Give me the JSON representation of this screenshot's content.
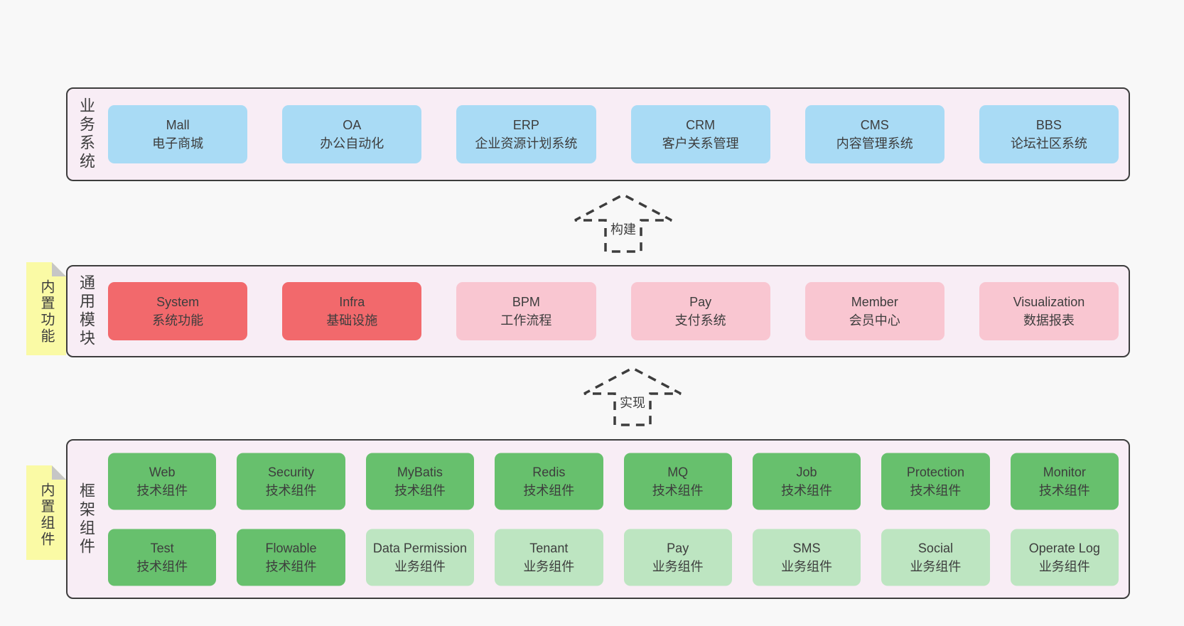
{
  "colors": {
    "page_bg": "#f8f8f8",
    "section_bg": "#f8edf5",
    "border": "#3d3d3d",
    "blue": "#a9dbf5",
    "red": "#f2696c",
    "pink": "#f9c6d1",
    "green": "#67c06d",
    "light_green": "#bde5c1",
    "tab_yellow": "#fafaa5",
    "fold_gray": "#c6c6c6",
    "text": "#3d3d3d"
  },
  "arrows": [
    {
      "label": "构建"
    },
    {
      "label": "实现"
    }
  ],
  "sections": {
    "business": {
      "label": "业务系统",
      "boxes": [
        {
          "name": "Mall",
          "desc": "电子商城"
        },
        {
          "name": "OA",
          "desc": "办公自动化"
        },
        {
          "name": "ERP",
          "desc": "企业资源计划系统"
        },
        {
          "name": "CRM",
          "desc": "客户关系管理"
        },
        {
          "name": "CMS",
          "desc": "内容管理系统"
        },
        {
          "name": "BBS",
          "desc": "论坛社区系统"
        }
      ]
    },
    "modules": {
      "label": "通用模块",
      "tab": "内置功能",
      "boxes": [
        {
          "name": "System",
          "desc": "系统功能"
        },
        {
          "name": "Infra",
          "desc": "基础设施"
        },
        {
          "name": "BPM",
          "desc": "工作流程"
        },
        {
          "name": "Pay",
          "desc": "支付系统"
        },
        {
          "name": "Member",
          "desc": "会员中心"
        },
        {
          "name": "Visualization",
          "desc": "数据报表"
        }
      ]
    },
    "components": {
      "label": "框架组件",
      "tab": "内置组件",
      "row1": [
        {
          "name": "Web",
          "desc": "技术组件"
        },
        {
          "name": "Security",
          "desc": "技术组件"
        },
        {
          "name": "MyBatis",
          "desc": "技术组件"
        },
        {
          "name": "Redis",
          "desc": "技术组件"
        },
        {
          "name": "MQ",
          "desc": "技术组件"
        },
        {
          "name": "Job",
          "desc": "技术组件"
        },
        {
          "name": "Protection",
          "desc": "技术组件"
        },
        {
          "name": "Monitor",
          "desc": "技术组件"
        }
      ],
      "row2": [
        {
          "name": "Test",
          "desc": "技术组件"
        },
        {
          "name": "Flowable",
          "desc": "技术组件"
        },
        {
          "name": "Data Permission",
          "desc": "业务组件"
        },
        {
          "name": "Tenant",
          "desc": "业务组件"
        },
        {
          "name": "Pay",
          "desc": "业务组件"
        },
        {
          "name": "SMS",
          "desc": "业务组件"
        },
        {
          "name": "Social",
          "desc": "业务组件"
        },
        {
          "name": "Operate Log",
          "desc": "业务组件"
        }
      ]
    }
  }
}
